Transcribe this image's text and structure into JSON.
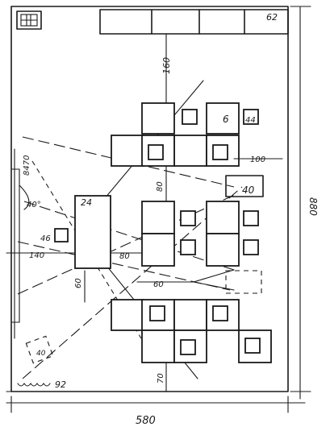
{
  "labels": {
    "wall_width": "580",
    "wall_height": "880",
    "l62": "62",
    "l160": "160",
    "l6": "6",
    "l44": "44",
    "l100": "100",
    "l8470": "8470",
    "l40deg": "40°",
    "l24": "24",
    "l80a": "80",
    "l40": "40",
    "l46": "46",
    "l140": "140",
    "l80b": "80",
    "l60a": "60",
    "l60b": "60",
    "l70": "70",
    "l40b": "40",
    "l92": "92"
  },
  "colors": {
    "ink": "#1a1a1a",
    "paper": "#ffffff"
  }
}
